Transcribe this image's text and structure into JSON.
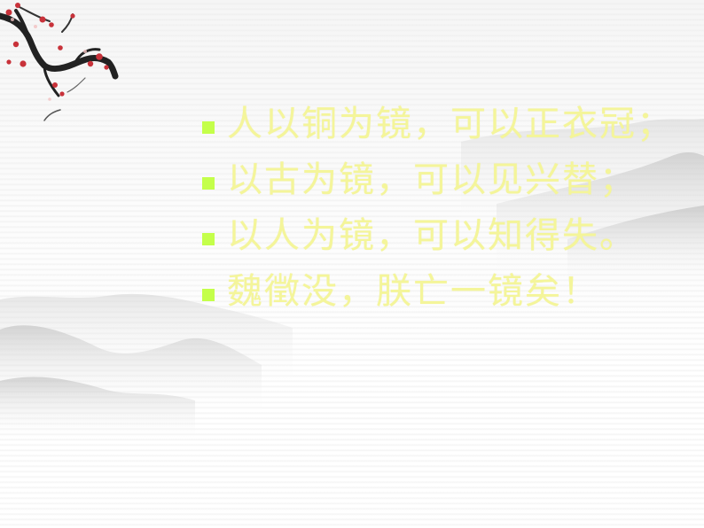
{
  "slide": {
    "bullets": [
      {
        "text": "人以铜为镜，可以正衣冠；"
      },
      {
        "text": "以古为镜，可以见兴替；"
      },
      {
        "text": "以人为镜，可以知得失。"
      },
      {
        "text": "魏徵没，朕亡一镜矣！"
      }
    ],
    "watermark": "",
    "colors": {
      "bullet_text": "#f4f59a",
      "bullet_marker": "#c4ff4a",
      "blossom": "#c8323a",
      "branch": "#222222"
    },
    "decorations": {
      "branch_icon": "plum-blossom-branch-icon",
      "bullet_icon": "square-bullet-icon",
      "landscape": "ink-mountain-landscape"
    }
  }
}
